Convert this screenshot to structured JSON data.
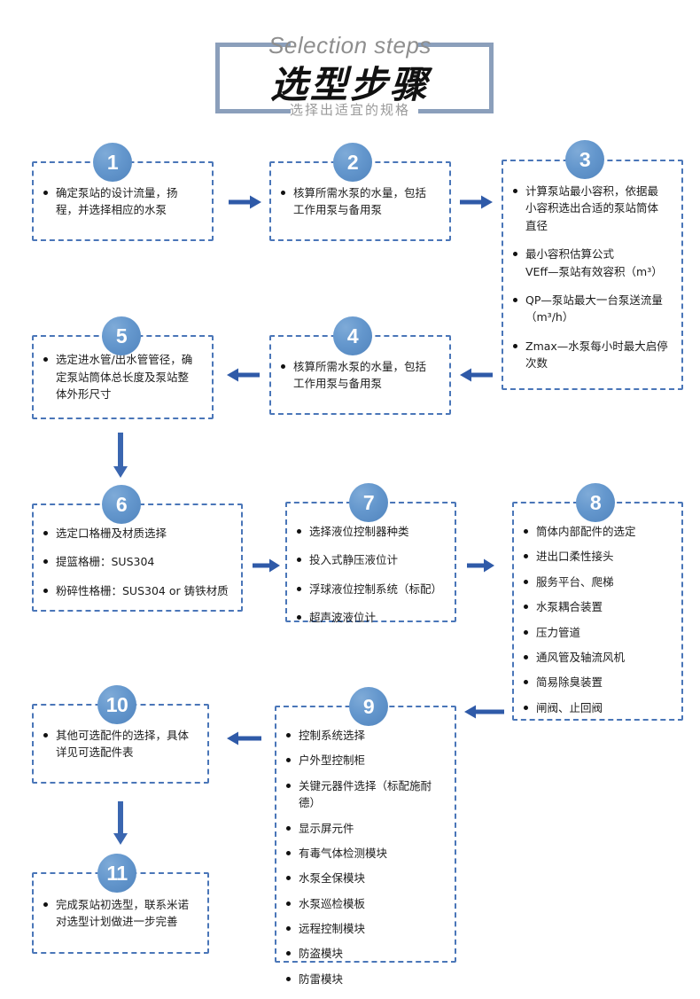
{
  "header": {
    "title_en": "Selection steps",
    "title_cn": "选型步骤",
    "subtitle": "选择出适宜的规格",
    "frame_color": "#8b9fbb"
  },
  "theme": {
    "box_border": "#4a76b8",
    "badge_blue": "#6497cd",
    "arrow_blue": "#2f5aa8",
    "text": "#1c1c1c"
  },
  "steps": [
    {
      "number": "1",
      "items": [
        "确定泵站的设计流量，扬程，并选择相应的水泵"
      ]
    },
    {
      "number": "2",
      "items": [
        "核算所需水泵的水量，包括工作用泵与备用泵"
      ]
    },
    {
      "number": "3",
      "items": [
        "计算泵站最小容积，依据最小容积选出合适的泵站筒体直径",
        "最小容积估算公式\nVEff—泵站有效容积（m³）",
        "QP—泵站最大一台泵送流量（m³/h）",
        "Zmax—水泵每小时最大启停次数"
      ]
    },
    {
      "number": "4",
      "items": [
        "核算所需水泵的水量，包括工作用泵与备用泵"
      ]
    },
    {
      "number": "5",
      "items": [
        "选定进水管/出水管管径，确定泵站筒体总长度及泵站整体外形尺寸"
      ]
    },
    {
      "number": "6",
      "items": [
        "选定口格栅及材质选择",
        "提篮格栅：SUS304",
        "粉碎性格栅：SUS304 or 铸铁材质"
      ]
    },
    {
      "number": "7",
      "items": [
        "选择液位控制器种类",
        "投入式静压液位计",
        "浮球液位控制系统（标配）",
        "超声波液位计"
      ]
    },
    {
      "number": "8",
      "items": [
        "筒体内部配件的选定",
        "进出口柔性接头",
        "服务平台、爬梯",
        "水泵耦合装置",
        "压力管道",
        "通风管及轴流风机",
        "简易除臭装置",
        "闸阀、止回阀"
      ]
    },
    {
      "number": "9",
      "items": [
        "控制系统选择",
        "户外型控制柜",
        "关键元器件选择（标配施耐德）",
        "显示屏元件",
        "有毒气体检测模块",
        "水泵全保模块",
        "水泵巡检模板",
        "远程控制模块",
        "防盗模块",
        "防雷模块"
      ]
    },
    {
      "number": "10",
      "items": [
        "其他可选配件的选择，具体详见可选配件表"
      ]
    },
    {
      "number": "11",
      "items": [
        "完成泵站初选型，联系米诺对选型计划做进一步完善"
      ]
    }
  ],
  "arrows": [
    {
      "name": "arrow-1-to-2",
      "direction": "right"
    },
    {
      "name": "arrow-2-to-3",
      "direction": "right"
    },
    {
      "name": "arrow-3-to-4",
      "direction": "left"
    },
    {
      "name": "arrow-4-to-5",
      "direction": "left"
    },
    {
      "name": "arrow-5-to-6",
      "direction": "down"
    },
    {
      "name": "arrow-6-to-7",
      "direction": "right"
    },
    {
      "name": "arrow-7-to-8",
      "direction": "right"
    },
    {
      "name": "arrow-8-to-9",
      "direction": "left"
    },
    {
      "name": "arrow-9-to-10",
      "direction": "left"
    },
    {
      "name": "arrow-10-to-11",
      "direction": "down"
    }
  ]
}
